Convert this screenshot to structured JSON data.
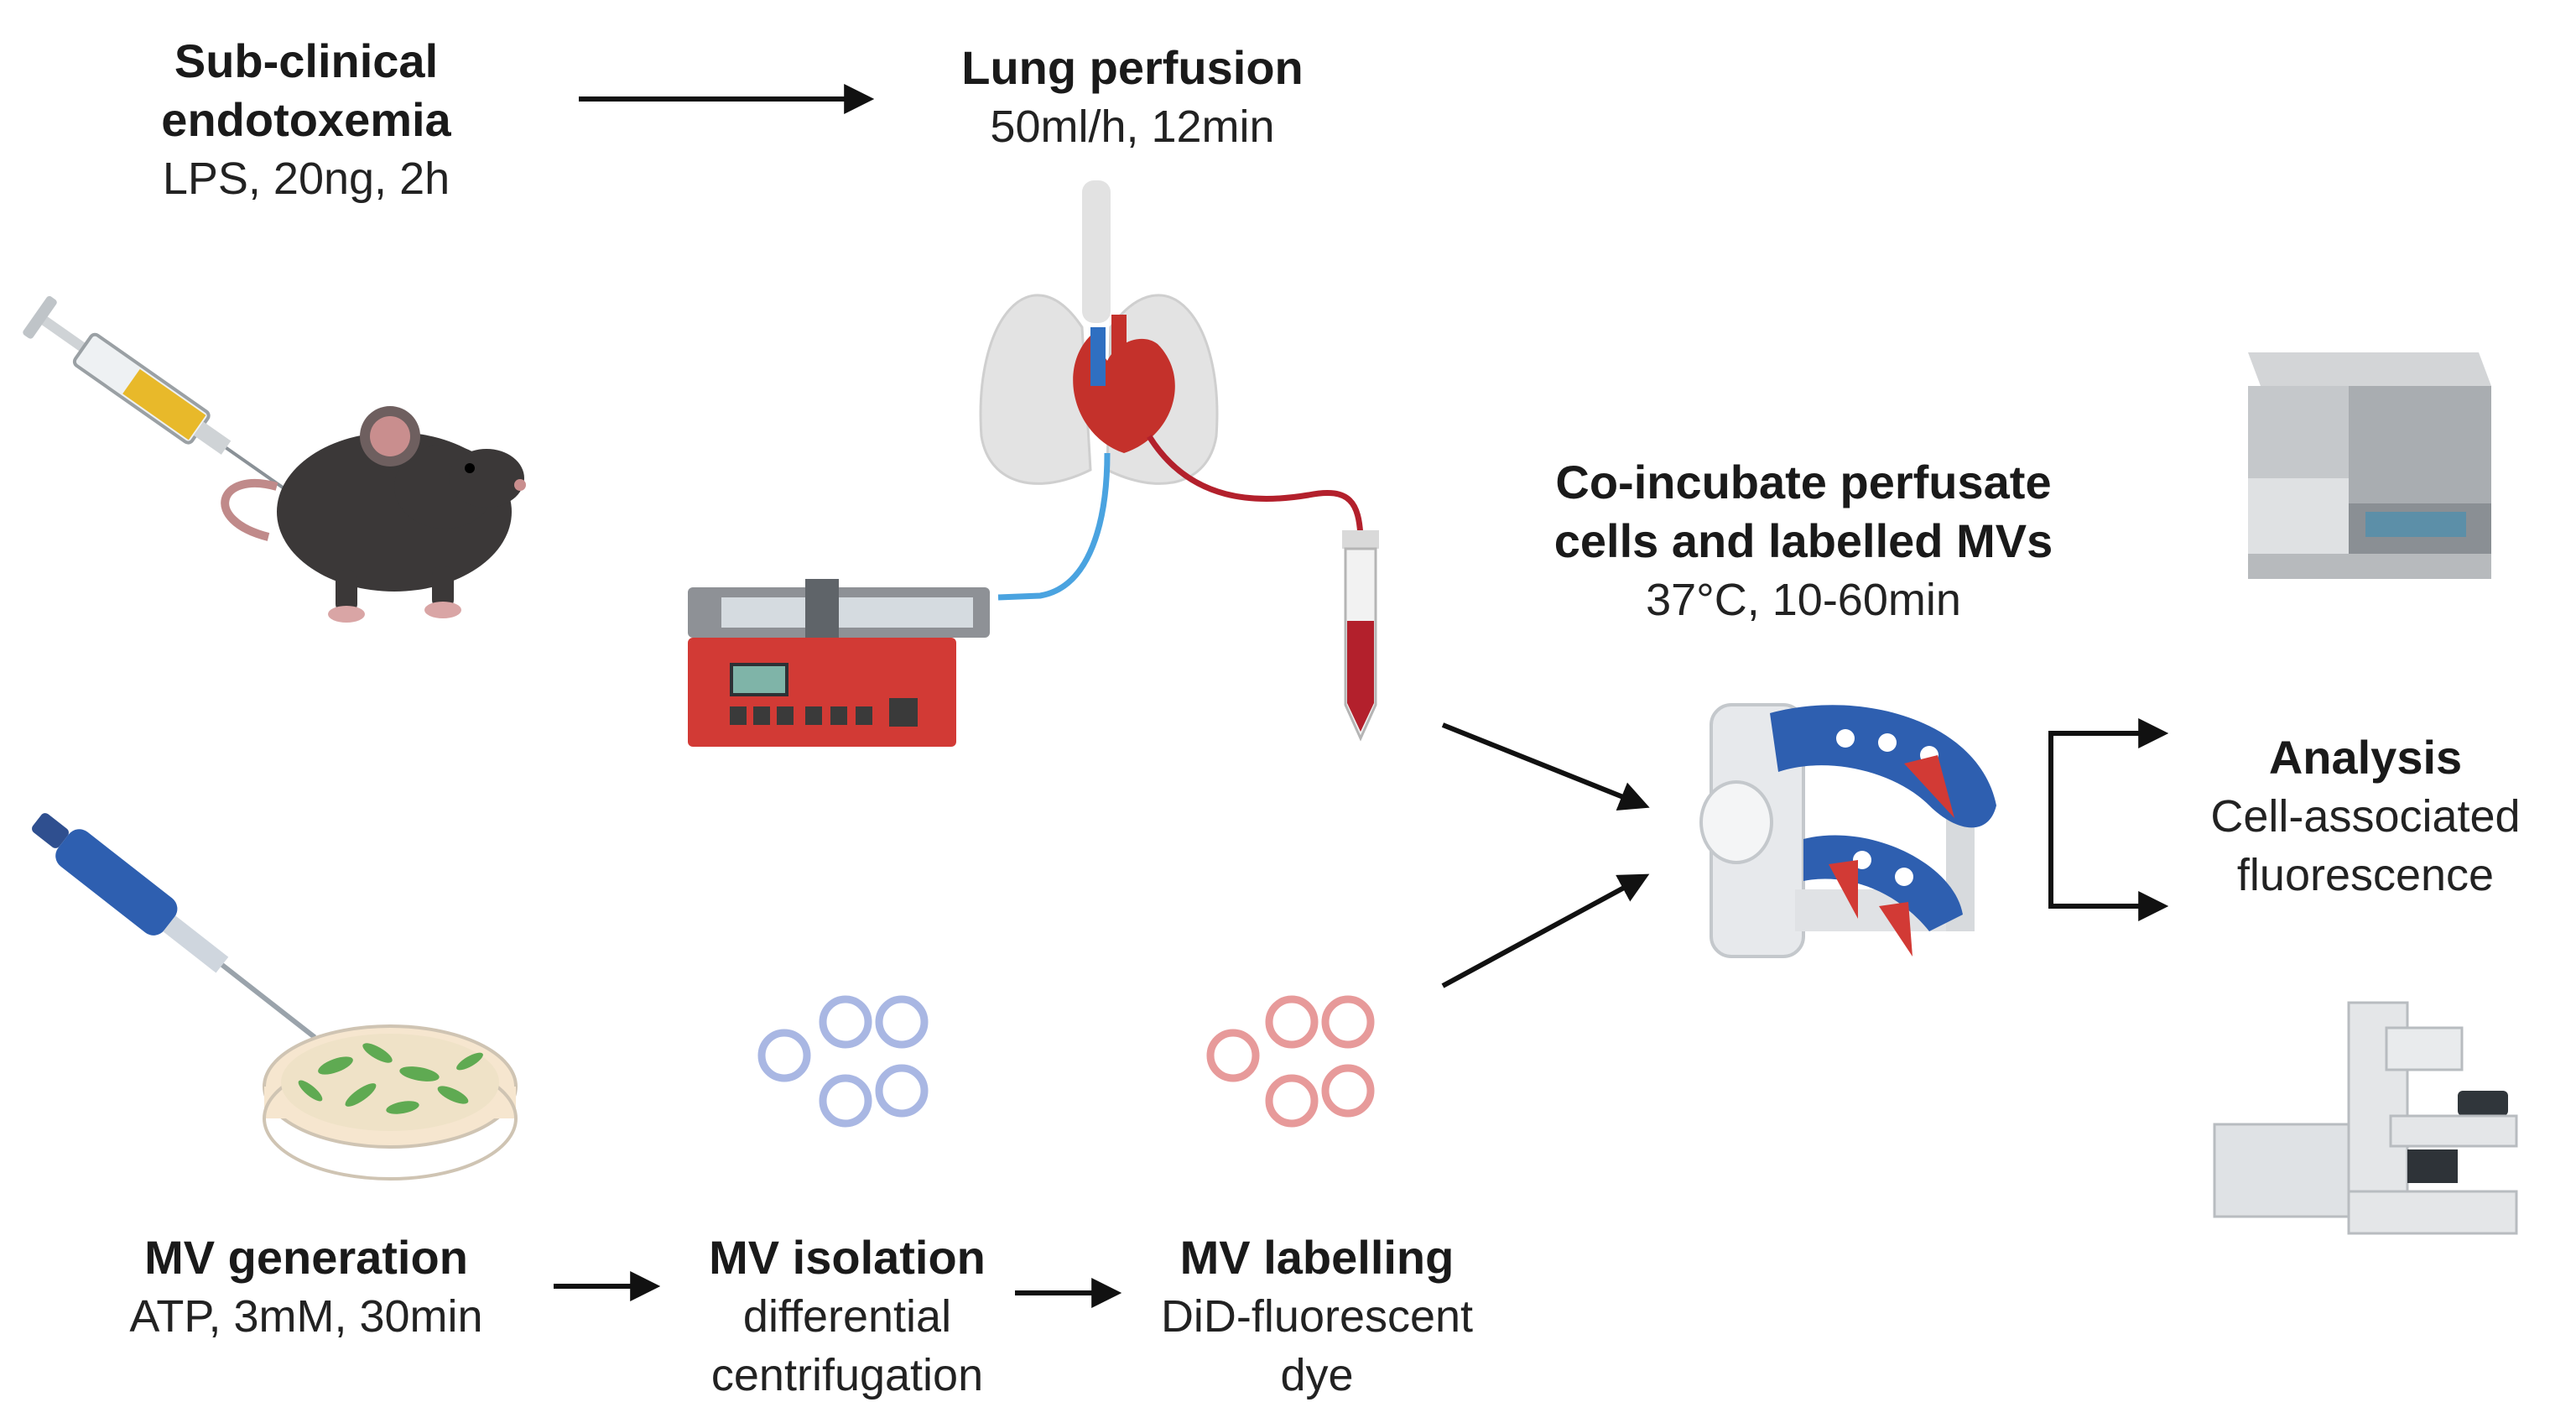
{
  "colors": {
    "lps_syringe": "#e8b92a",
    "mouse": "#3b3838",
    "pump": "#d23a35",
    "perfusion_line": "#4aa3e0",
    "blood": "#b3202c",
    "heart": "#c4312b",
    "mv_unlabelled": "#a9b7e3",
    "mv_labelled": "#e79a9a",
    "rotator": "#2e5fb0",
    "cells": "#5faa52"
  },
  "steps": {
    "endotoxemia": {
      "title_line1": "Sub-clinical",
      "title_line2": "endotoxemia",
      "detail": "LPS, 20ng, 2h"
    },
    "perfusion": {
      "title": "Lung perfusion",
      "detail": "50ml/h, 12min"
    },
    "coincubate": {
      "title_line1": "Co-incubate perfusate",
      "title_line2": "cells and labelled MVs",
      "detail": "37°C, 10-60min"
    },
    "analysis": {
      "title": "Analysis",
      "detail_line1": "Cell-associated",
      "detail_line2": "fluorescence"
    },
    "mv_generation": {
      "title": "MV generation",
      "detail": "ATP, 3mM, 30min"
    },
    "mv_isolation": {
      "title": "MV isolation",
      "detail_line1": "differential",
      "detail_line2": "centrifugation"
    },
    "mv_labelling": {
      "title": "MV labelling",
      "detail_line1": "DiD-fluorescent",
      "detail_line2": "dye"
    }
  },
  "icons": [
    "syringe-icon",
    "mouse-icon",
    "lungs-heart-icon",
    "syringe-pump-icon",
    "collection-tube-icon",
    "pipette-icon",
    "petri-dish-icon",
    "vesicles-icon",
    "labelled-vesicles-icon",
    "tube-rotator-icon",
    "flow-cytometer-icon",
    "microscope-icon"
  ]
}
